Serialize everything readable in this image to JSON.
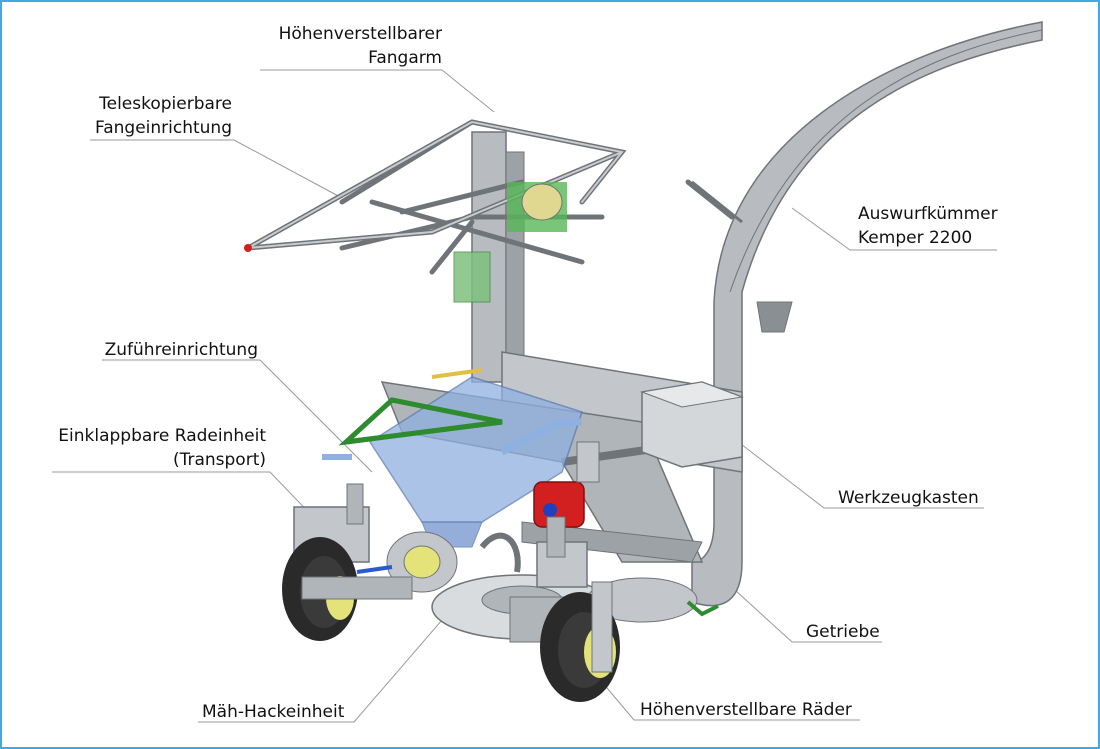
{
  "labels": {
    "fangarm_line1": "Höhenverstellbarer",
    "fangarm_line2": "Fangarm",
    "fangeinrichtung_line1": "Teleskopierbare",
    "fangeinrichtung_line2": "Fangeinrichtung",
    "auswurf_line1": "Auswurfkümmer",
    "auswurf_line2": "Kemper 2200",
    "zufuehr": "Zuführeinrichtung",
    "radeinheit_line1": "Einklappbare Radeinheit",
    "radeinheit_line2": "(Transport)",
    "werkzeug": "Werkzeugkasten",
    "getriebe": "Getriebe",
    "maeh": "Mäh-Hackeinheit",
    "raeder": "Höhenverstellbare Räder"
  },
  "colors": {
    "frame_border": "#3fa9e0",
    "leader": "#9a9a9a",
    "metal": "#b8bcc0",
    "metal_dark": "#6f7478",
    "hopper": "#8fb0e0",
    "green": "#2e8b2e",
    "red": "#d22020",
    "tire": "#2a2a2a",
    "rim": "#e3e37a"
  }
}
